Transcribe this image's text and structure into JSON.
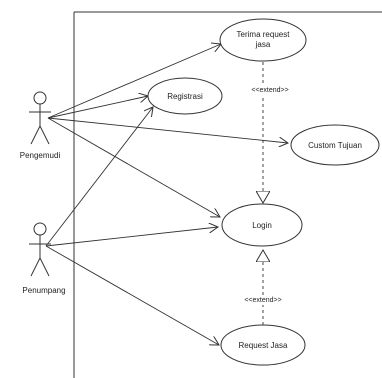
{
  "actors": {
    "pengemudi": "Pengemudi",
    "penumpang": "Penumpang"
  },
  "use_cases": {
    "terima_line1": "Terima request",
    "terima_line2": "jasa",
    "registrasi": "Registrasi",
    "custom_tujuan": "Custom Tujuan",
    "login": "Login",
    "request_jasa": "Request  Jasa"
  },
  "relations": {
    "extend_top": "<<extend>>",
    "extend_bottom": "<<extend>>"
  },
  "colors": {
    "stroke": "#333333",
    "fill": "#ffffff"
  }
}
